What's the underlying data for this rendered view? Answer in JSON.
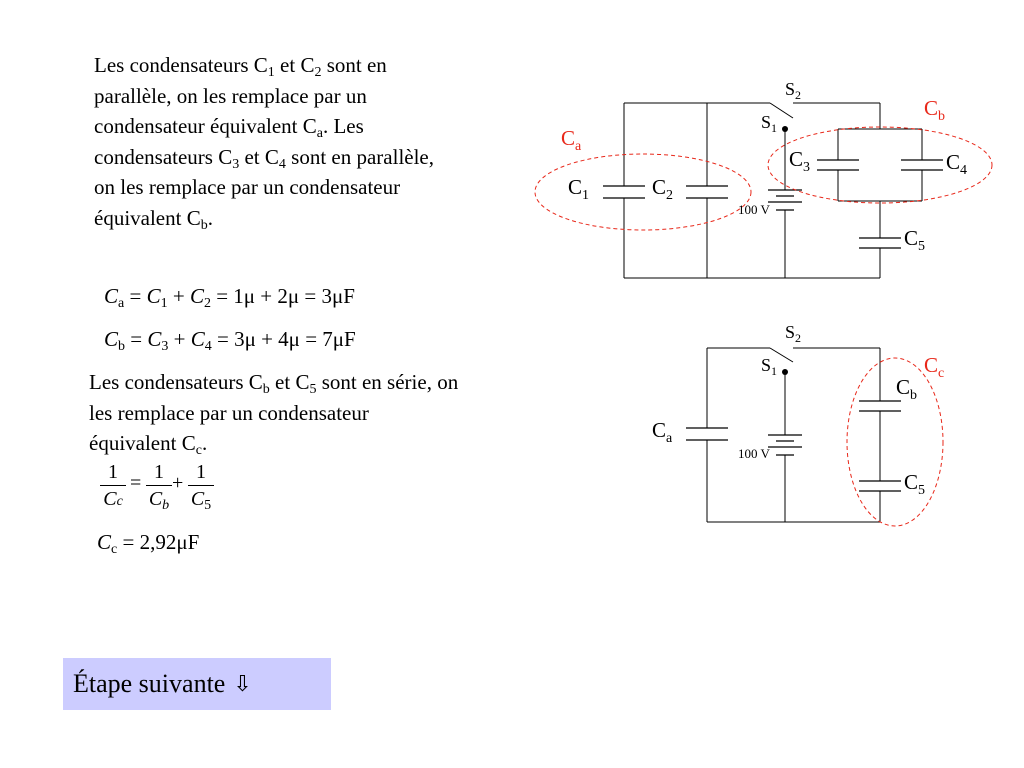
{
  "paragraph1": {
    "t1": "Les condensateurs C",
    "s1": "1",
    "t2": " et C",
    "s2": "2",
    "t3": " sont en parallèle, on les remplace par un condensateur équivalent C",
    "s3": "a",
    "t4": ". Les condensateurs C",
    "s4": "3",
    "t5": " et C",
    "s5": "4",
    "t6": " sont en parallèle, on les remplace par un condensateur équivalent C",
    "s6": "b",
    "t7": "."
  },
  "equation_a": {
    "lhs": "C",
    "lhs_sub": "a",
    "eq1": " = ",
    "c1": "C",
    "c1_sub": "1",
    "plus": " + ",
    "c2": "C",
    "c2_sub": "2",
    "rest": "  = 1μ + 2μ = 3μF"
  },
  "equation_b": {
    "lhs": "C",
    "lhs_sub": "b",
    "eq1": " = ",
    "c1": "C",
    "c1_sub": "3",
    "plus": " + ",
    "c2": "C",
    "c2_sub": "4",
    "rest": "  = 3μ + 4μ = 7μF"
  },
  "paragraph2": {
    "t1": "Les condensateurs C",
    "s1": "b",
    "t2": " et C",
    "s2": "5",
    "t3": " sont en série, on les remplace par un condensateur équivalent C",
    "s3": "c",
    "t4": "."
  },
  "series_formula": {
    "num": "1",
    "cap": "C",
    "sub_c": "c",
    "sub_b": "b",
    "sub_5": "5",
    "equals": "=",
    "plus": "+"
  },
  "result": {
    "lhs": "C",
    "lhs_sub": "c",
    "rest": " = 2,92μF"
  },
  "next_button": {
    "label": "Étape suivante",
    "arrow": "⇩"
  },
  "circuit_top": {
    "s2": "S",
    "s2_sub": "2",
    "s1": "S",
    "s1_sub": "1",
    "ca": "C",
    "ca_sub": "a",
    "cb": "C",
    "cb_sub": "b",
    "c1": "C",
    "c1_sub": "1",
    "c2": "C",
    "c2_sub": "2",
    "c3": "C",
    "c3_sub": "3",
    "c4": "C",
    "c4_sub": "4",
    "c5": "C",
    "c5_sub": "5",
    "voltage": "100 V"
  },
  "circuit_bottom": {
    "s2": "S",
    "s2_sub": "2",
    "s1": "S",
    "s1_sub": "1",
    "cc": "C",
    "cc_sub": "c",
    "ca": "C",
    "ca_sub": "a",
    "cb": "C",
    "cb_sub": "b",
    "c5": "C",
    "c5_sub": "5",
    "voltage": "100 V"
  },
  "colors": {
    "highlight": "#e8281a",
    "button_bg": "#ccccff",
    "wire": "#000000"
  }
}
